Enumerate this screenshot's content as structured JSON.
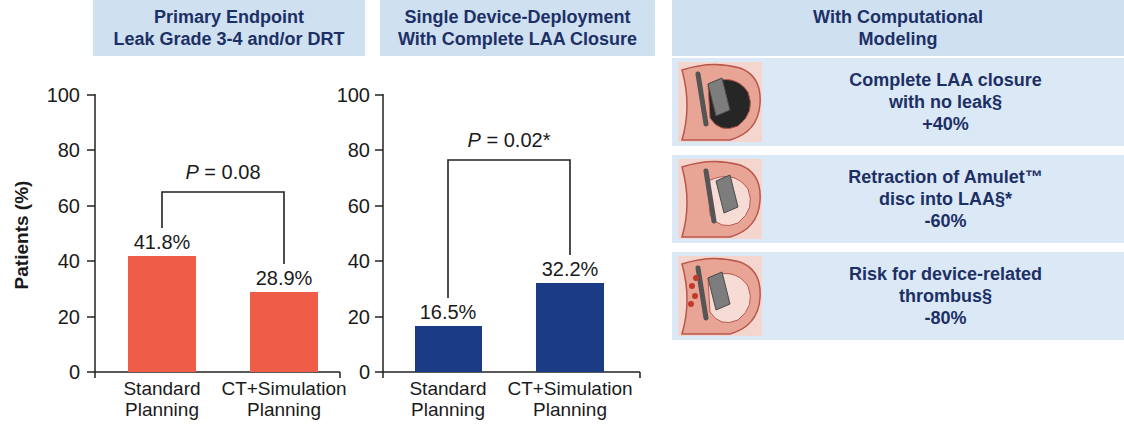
{
  "diagram": {
    "nodes": [
      {
        "text": [
          "Primary Endpoint",
          "Leak Grade 3-4 and/or DRT"
        ]
      },
      {
        "text": [
          "Single Device-Deployment",
          "With Complete LAA Closure"
        ]
      },
      {
        "text": [
          "With Computational",
          "Modeling"
        ]
      },
      {
        "text": [
          "Complete LAA closure with no leak§",
          "+40%"
        ]
      },
      {
        "text": [
          "Retraction of Amulet™ disc into LAA§*",
          "-60%"
        ]
      },
      {
        "text": [
          "Risk for device-related thrombus§",
          "-80%"
        ]
      }
    ],
    "labels": [
      "Patients (%)",
      "100",
      "80",
      "60",
      "40",
      "20",
      "0",
      "P = 0.08",
      "41.8%",
      "28.9%",
      "Standard Planning",
      "CT+Simulation Planning",
      "100",
      "80",
      "60",
      "40",
      "20",
      "0",
      "P = 0.02*",
      "16.5%",
      "32.2%",
      "Standard Planning",
      "CT+Simulation Planning"
    ]
  }
}
